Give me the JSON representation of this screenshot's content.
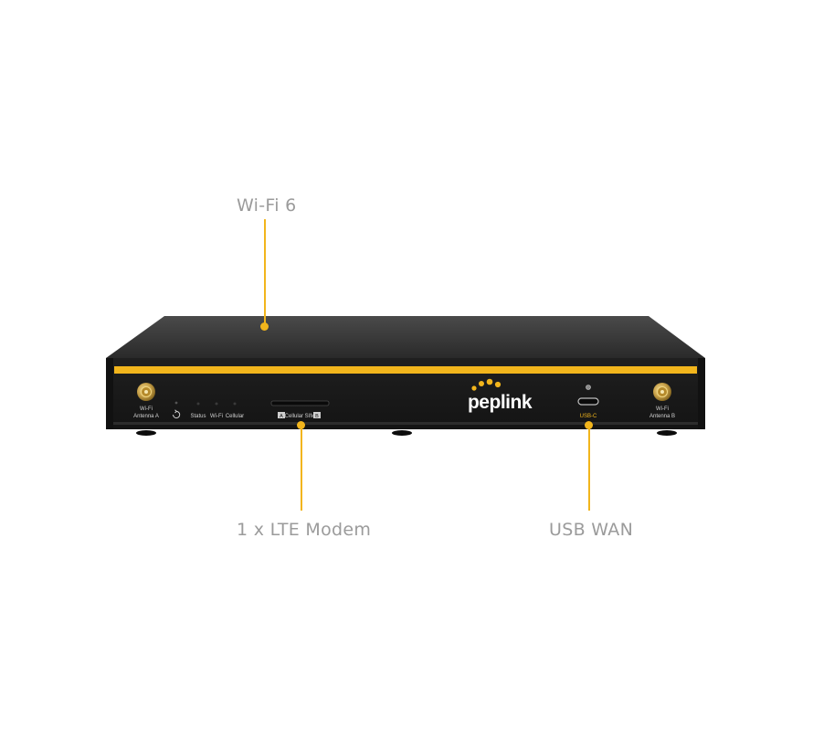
{
  "callouts": {
    "wifi": "Wi-Fi 6",
    "lte": "1 x LTE Modem",
    "usb": "USB WAN"
  },
  "panel": {
    "brand": "peplink",
    "antenna_a_line1": "Wi-Fi",
    "antenna_a_line2": "Antenna A",
    "antenna_b_line1": "Wi-Fi",
    "antenna_b_line2": "Antenna B",
    "led_status": "Status",
    "led_wifi": "Wi-Fi",
    "led_cellular": "Cellular",
    "sim_a": "A",
    "sim_label": "Cellular SIM",
    "sim_b": "B",
    "usb_label": "USB-C"
  },
  "colors": {
    "accent": "#f2b51c",
    "device_body": "#1d1d1d",
    "callout_text": "#9b9b9b"
  }
}
